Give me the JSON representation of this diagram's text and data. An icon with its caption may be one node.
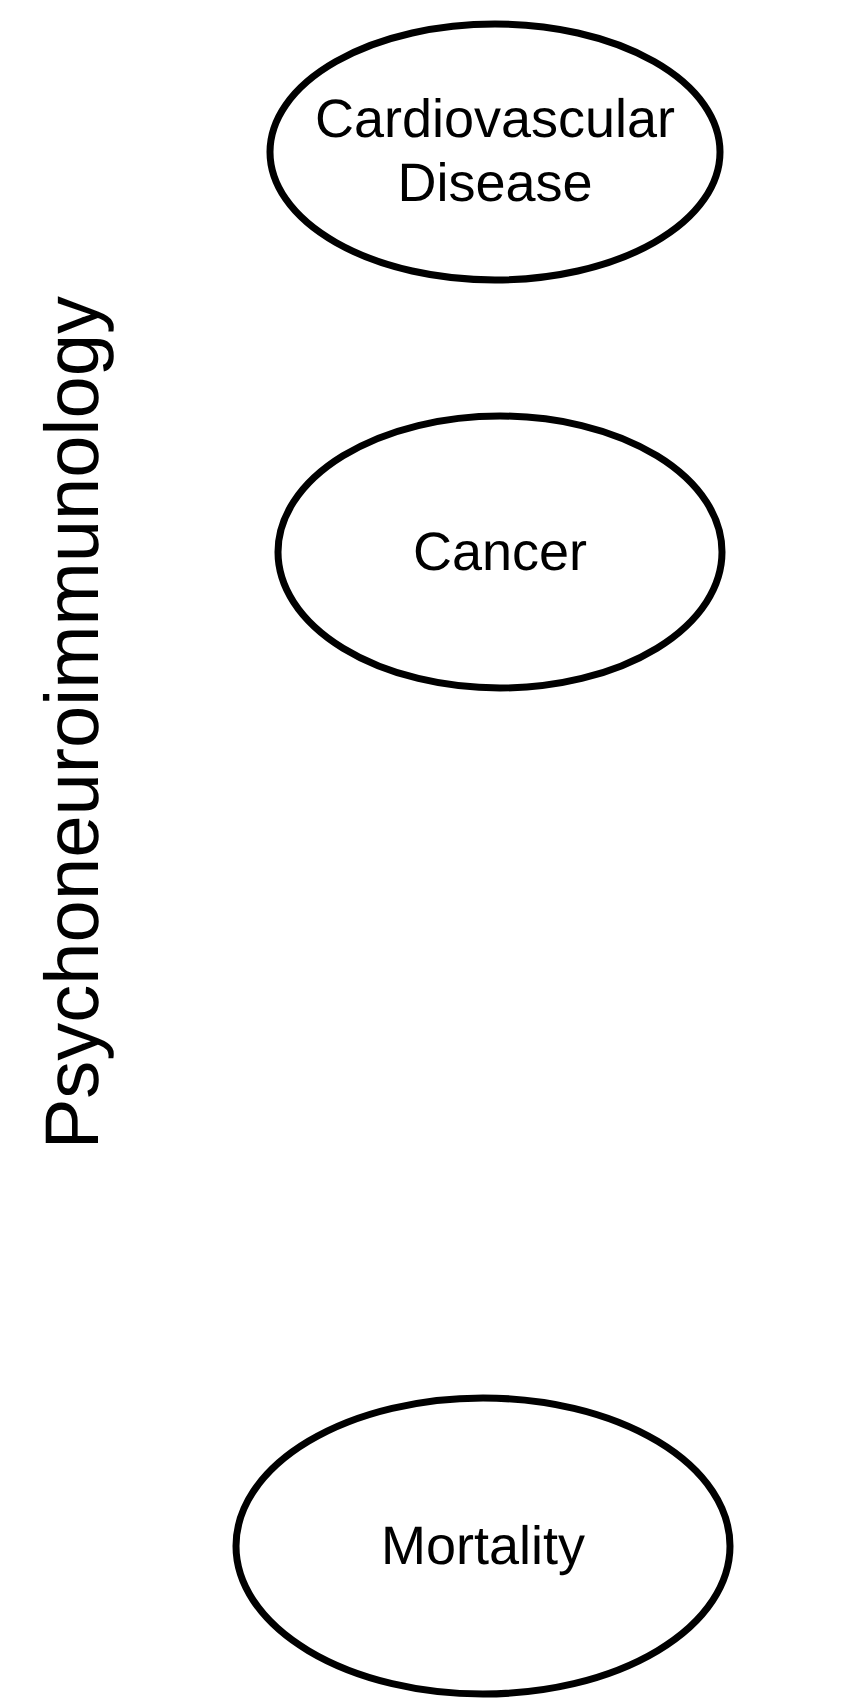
{
  "diagram": {
    "nodes": [
      {
        "text": [
          "Cardiovascular Disease"
        ]
      },
      {
        "text": [
          "Cancer"
        ]
      },
      {
        "text": [
          "Mortality"
        ]
      }
    ],
    "labels": [
      "Psychoneuroimmunology"
    ]
  }
}
